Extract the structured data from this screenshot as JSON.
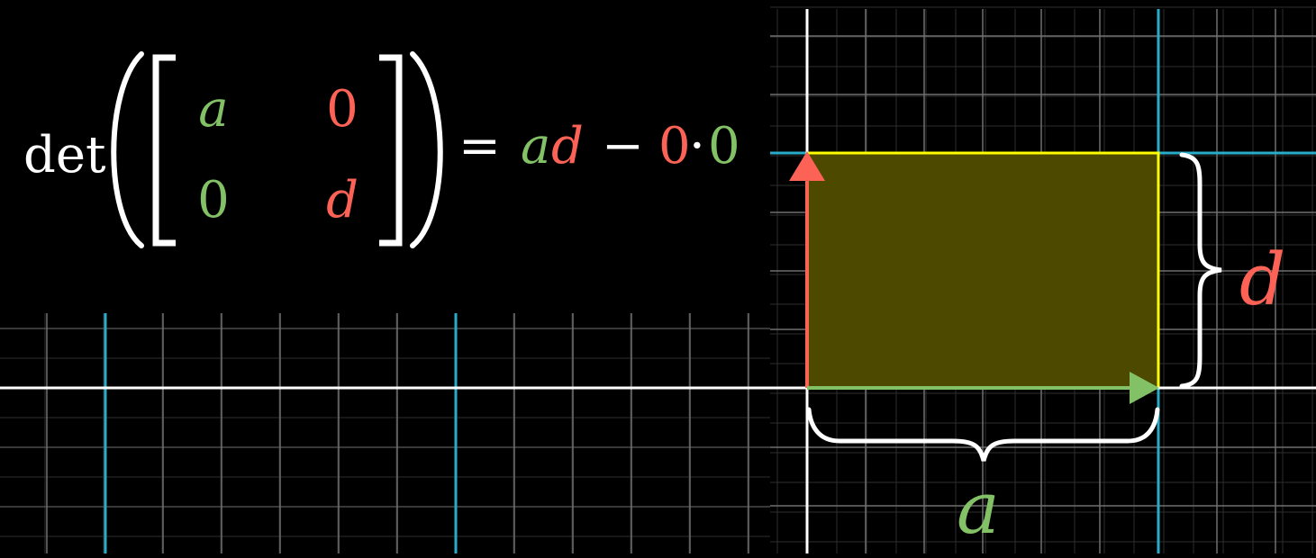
{
  "formula": {
    "func": "det",
    "matrix": {
      "m11": "a",
      "m12": "0",
      "m21": "0",
      "m22": "d"
    },
    "equals": "=",
    "rhs": {
      "p1": "a",
      "p2": "d",
      "minus": "−",
      "p3": "0",
      "dot": "·",
      "p4": "0"
    }
  },
  "labels": {
    "height": "d",
    "width": "a"
  },
  "colors": {
    "background": "#000000",
    "green": "#83c167",
    "red": "#fc6255",
    "yellow": "#ffff00",
    "area_fill": "#4d4a00",
    "blue_grid": "#29abca",
    "white": "#ffffff",
    "faint_grid": "#3a3a3a"
  }
}
